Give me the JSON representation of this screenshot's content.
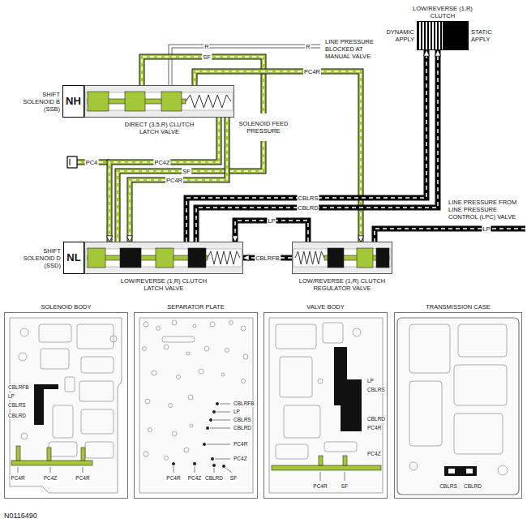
{
  "diagram": {
    "nodes": [
      {
        "text": [
          "NH",
          "SHIFT SOLENOID B (SSB)"
        ]
      },
      {
        "text": [
          "DIRECT (3,5,R) CLUTCH LATCH VALVE"
        ]
      },
      {
        "text": [
          "LOW/REVERSE (1,R) CLUTCH",
          "DYNAMIC APPLY",
          "STATIC APPLY"
        ]
      },
      {
        "text": [
          "NL",
          "SHIFT SOLENOID D (SSD)"
        ]
      },
      {
        "text": [
          "LOW/REVERSE (1,R) CLUTCH LATCH VALVE"
        ]
      },
      {
        "text": [
          "LOW/REVERSE (1,R) CLUTCH REGULATOR VALVE"
        ]
      },
      {
        "text": [
          "SOLENOID BODY"
        ]
      },
      {
        "text": [
          "SEPARATOR PLATE"
        ]
      },
      {
        "text": [
          "VALVE BODY"
        ]
      },
      {
        "text": [
          "TRANSMISSION CASE"
        ]
      }
    ],
    "edges": [
      {
        "from": 1,
        "to": 4,
        "label": "PC4Z",
        "arrow": "to"
      },
      {
        "from": 1,
        "to": 4,
        "label": "PC4R",
        "arrow": "to"
      },
      {
        "from": 1,
        "to": 5,
        "label": "PC4R",
        "arrow": "to"
      },
      {
        "from": 4,
        "to": 2,
        "label": "CBLRS",
        "arrow": "to"
      },
      {
        "from": 4,
        "to": 2,
        "label": "CBLRD",
        "arrow": "to"
      },
      {
        "from": 5,
        "to": 4,
        "label": "LP",
        "arrow": "to"
      },
      {
        "from": 5,
        "to": 4,
        "label": "CBLRFB",
        "arrow": "to"
      }
    ],
    "labels": [
      "R",
      "R",
      "SF",
      "LINE PRESSURE BLOCKED AT MANUAL VALVE",
      "SOLENOID FEED PRESSURE",
      "PC4",
      "SF",
      "LINE PRESSURE FROM LINE PRESSURE CONTROL (LPC) VALVE",
      "LP",
      "CBLRFB",
      "LP",
      "CBLRS",
      "CBLRD",
      "PC4R",
      "PC4Z",
      "PC4R",
      "CBLRFB",
      "LP",
      "CBLRS",
      "CBLRD",
      "PC4R",
      "PC4Z",
      "PC4R",
      "PC4Z",
      "CBLRD",
      "SF",
      "LP",
      "CBLRS",
      "CBLRD",
      "PC4R",
      "PC4Z",
      "PC4R",
      "SF",
      "CBLRS",
      "CBLRD",
      "N0116490"
    ]
  }
}
